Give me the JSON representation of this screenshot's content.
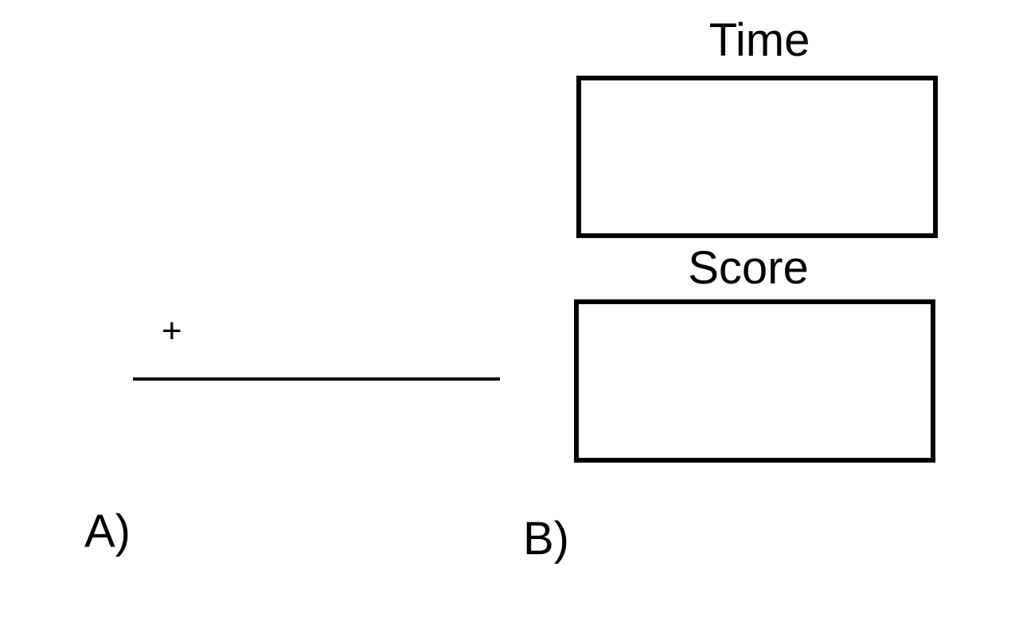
{
  "panel_a": {
    "label": "A)",
    "operator": "+"
  },
  "panel_b": {
    "label": "B)",
    "time": {
      "title": "Time",
      "value": ""
    },
    "score": {
      "title": "Score",
      "value": ""
    }
  }
}
